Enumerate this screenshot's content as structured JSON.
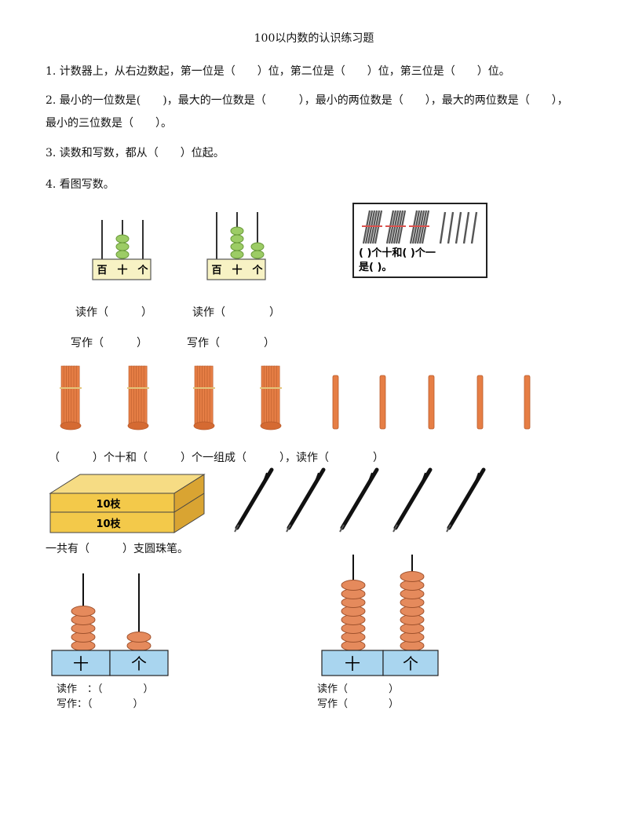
{
  "doc": {
    "title": "100以内数的认识练习题",
    "q1": "1. 计数器上，从右边数起，第一位是（　　）位，第二位是（　　）位，第三位是（　　）位。",
    "q2_line1": "2. 最小的一位数是(　　)，最大的一位数是（　　　），最小的两位数是（　　），最大的两位数是（　　），",
    "q2_line2": "最小的三位数是（　　）。",
    "q3": "3. 读数和写数，都从（　　）位起。",
    "q4": "4. 看图写数。"
  },
  "counter_small": {
    "labels": [
      "百",
      "十",
      "个"
    ]
  },
  "bundle_box": {
    "line1": "(  )个十和(   )个一",
    "line2": "是(  )。"
  },
  "read_write_1": {
    "read1": "读作（　　　）",
    "read2": "读作（　　　　）",
    "write1": "写作（　　　）",
    "write2": "写作（　　　　）"
  },
  "sticks_sentence": "（　　　）个十和（　　　）个一组成（　　　），读作（　　　　）",
  "pen_box": {
    "label_top": "10枝",
    "label_bottom": "10枝"
  },
  "pens_total": "一共有（　　　）支圆珠笔。",
  "abacus_left": {
    "tens_label": "十",
    "ones_label": "个",
    "tens_beads": 5,
    "ones_beads": 2,
    "read": "读作　：（　　　　）",
    "write": "写作：（　　　　）"
  },
  "abacus_right": {
    "tens_label": "十",
    "ones_label": "个",
    "tens_beads": 8,
    "ones_beads": 9,
    "read": "读作（　　　　）",
    "write": "写作（　　　　）"
  },
  "colors": {
    "bead": "#e58a5c",
    "bead_stroke": "#a0522d",
    "counter_base": "#a9d5ef",
    "stick": "#e67e45",
    "green_bead": "#9ccc65",
    "label_box": "#f7f2c4",
    "pen_box": "#f3c94a"
  }
}
